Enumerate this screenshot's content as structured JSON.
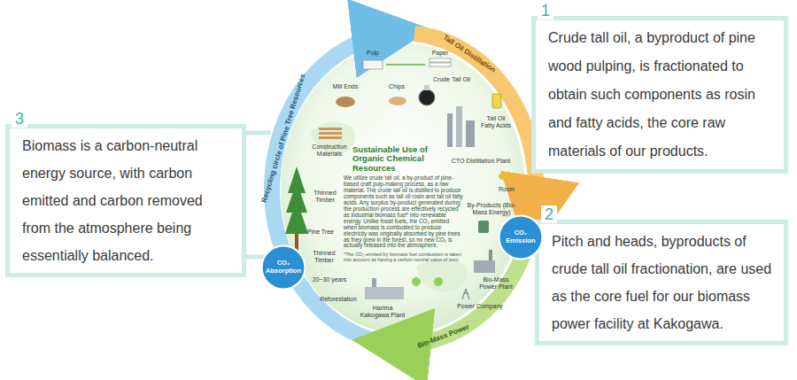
{
  "diagram": {
    "nodes": [
      {
        "text": [
          "1",
          "Crude tall oil, a byproduct of pine wood pulping, is fractionated to obtain such components as rosin and fatty acids, the core raw materials of our products."
        ]
      },
      {
        "text": [
          "2",
          "Pitch and heads, byproducts of crude tall oil fractionation, are used as the core fuel for our biomass power facility at Kakogawa."
        ]
      },
      {
        "text": [
          "3",
          "Biomass is a carbon-neutral energy source, with carbon emitted and carbon removed from the atmosphere being essentially balanced."
        ]
      },
      {
        "text": [
          "CO₂ Emission"
        ]
      },
      {
        "text": [
          "CO₂ Absorption"
        ]
      }
    ],
    "labels": [
      "Pulp",
      "Paper",
      "Chips",
      "Mill Ends",
      "Crude Tall Oil",
      "CTO Distillation Plant",
      "Tall Oil Fatty Acids",
      "Rosin",
      "By-Products (Bio-Mass Energy)",
      "Bio-Mass Power Plant",
      "Power Company",
      "Harima Kakogawa Plant",
      "Reforestation",
      "20~30 years",
      "Thinned Timber",
      "Thinned Timber",
      "Pine Tree",
      "Construction Materials",
      "Sustainable Use of Organic Chemical Resources",
      "We utilize crude tall oil, a by-product of pine-based craft pulp-making process, as a raw material. The crude tall oil is distilled to produce components such as tall oil rosin and tall oil fatty acids. Any surplus by-product generated during the production process are effectively recycled as industrial biomass fuel* into renewable energy. Unlike fossil fuels, the CO₂ emitted when biomass is combusted to produce electricity was originally absorbed by pine trees as they grew in the forest, so no new CO₂ is actually released into the atmosphere.",
      "*The CO₂ emitted by biomass fuel combustion is taken into account as having a carbon-neutral value of zero.",
      "Recycling circle of Pine Tree Resources",
      "Tall Oil Distillation",
      "Bio-Mass Power"
    ]
  }
}
